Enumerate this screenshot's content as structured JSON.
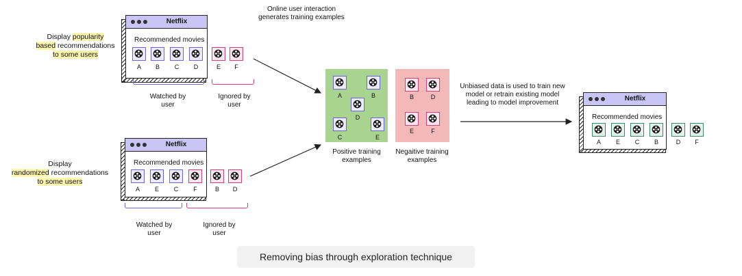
{
  "caption": "Removing bias through exploration technique",
  "top_annotation": {
    "line1": "Online user interaction",
    "line2": "generates training examples"
  },
  "left_top_label": {
    "line1_a": "Display ",
    "line1_hl": "popularity",
    "line2_hl": "based",
    "line2_b": " recommendations",
    "line3_hl": "to some users"
  },
  "left_bottom_label": {
    "line1": "Display",
    "line2_hl": "randomized",
    "line2_b": " recommendations",
    "line3_hl": "to some users"
  },
  "window_top": {
    "title": "Netflix",
    "subtitle": "Recommended movies",
    "watched": [
      "A",
      "B",
      "C",
      "D"
    ],
    "ignored": [
      "E",
      "F"
    ],
    "watched_label": {
      "l1": "Watched by",
      "l2": "user"
    },
    "ignored_label": {
      "l1": "Ignored by",
      "l2": "user"
    }
  },
  "window_bottom": {
    "title": "Netflix",
    "subtitle": "Recommended movies",
    "watched": [
      "A",
      "E",
      "C"
    ],
    "ignored_inside": [
      "F"
    ],
    "ignored_outside": [
      "B",
      "D"
    ],
    "watched_label": {
      "l1": "Watched by",
      "l2": "user"
    },
    "ignored_label": {
      "l1": "Ignored by",
      "l2": "user"
    }
  },
  "positive": {
    "items": [
      "A",
      "B",
      "D",
      "C",
      "E"
    ],
    "label_l1": "Positive training",
    "label_l2": "examples"
  },
  "negative": {
    "items": [
      "B",
      "D",
      "E",
      "F"
    ],
    "label_l1": "Negaitive training",
    "label_l2": "examples"
  },
  "right_annotation": {
    "l1": "Unbiased data is used to train new",
    "l2": "model or retrain existing model",
    "l3": "leading to model improvement"
  },
  "window_right": {
    "title": "Netflix",
    "subtitle": "Recommended movies",
    "inside": [
      "A",
      "E",
      "C",
      "B"
    ],
    "outside": [
      "D",
      "F"
    ]
  },
  "colors": {
    "watched": "#6a65d8",
    "ignored": "#d23f7a",
    "final": "#3a8a6a",
    "positive_bg": "#a9d48f",
    "negative_bg": "#f3b8b8",
    "header": "#c9c6f5"
  }
}
